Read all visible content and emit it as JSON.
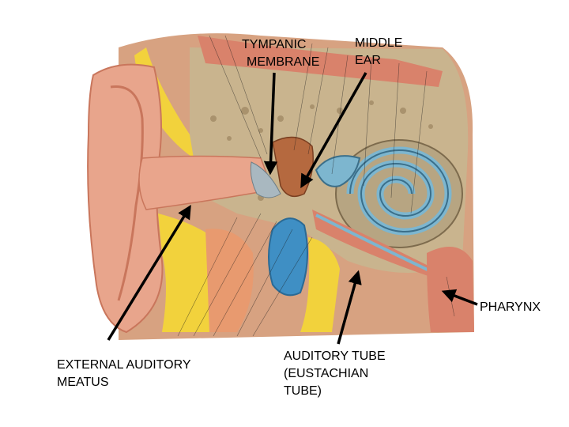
{
  "labels": {
    "tympanic_membrane": [
      "TYMPANIC",
      "MEMBRANE"
    ],
    "middle_ear": [
      "MIDDLE",
      "EAR"
    ],
    "pharynx": [
      "PHARYNX"
    ],
    "external_auditory_meatus": [
      "EXTERNAL AUDITORY",
      "MEATUS"
    ],
    "auditory_tube": [
      "AUDITORY TUBE",
      "(EUSTACHIAN",
      "TUBE)"
    ]
  },
  "colors": {
    "skin": "#e8a58c",
    "skin_dark": "#c9765c",
    "cartilage_yellow": "#f2d23c",
    "bone": "#c9b48e",
    "bone_dark": "#8f7753",
    "muscle": "#d9826b",
    "cochlea_blue": "#7db6cf",
    "vessel_blue": "#3f8fc4",
    "canal_pink": "#e9a58c"
  }
}
